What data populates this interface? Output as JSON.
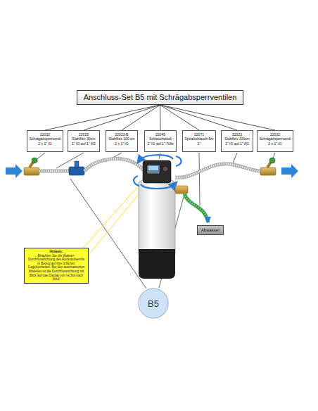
{
  "diagram": {
    "nodes": [
      {
        "text": [
          "Anschluss-Set B5 mit Schrägabsperrventilen"
        ]
      },
      {
        "text": [
          "22032",
          "Schrägabsperrventil",
          "2 x 1\" IG"
        ]
      },
      {
        "text": [
          "22025",
          "Stahlflex 30cm",
          "1\" IG auf 1\" AG"
        ]
      },
      {
        "text": [
          "22023-B",
          "Stahlflex 100 cm",
          "2 x 1\" IG"
        ]
      },
      {
        "text": [
          "22045",
          "Schlauchstück",
          "1\" IG auf 1\" Tülle"
        ]
      },
      {
        "text": [
          "22071",
          "Spiralschlauch 5m",
          "1\""
        ]
      },
      {
        "text": [
          "22023",
          "Stahlflex 100cm",
          "1\" IG auf 1\" AG"
        ]
      },
      {
        "text": [
          "22032",
          "Schrägabsperrventil",
          "2 x 1\" IG"
        ]
      },
      {
        "text": [
          "Abwasser"
        ]
      },
      {
        "text": [
          "Hinweis:",
          "Beachten Sie die Wasser- Durchflussrichtung des Rückspülventils in Bezug auf Ihre örtlichen Gegebenheiten. Bei den automatischen Modellen ist die Durchflussrichtung mit Blick auf das Display von rechts nach links!"
        ]
      },
      {
        "text": [
          "B5"
        ]
      }
    ],
    "edges": [
      {
        "from": 0,
        "to": 1,
        "arrow": "none"
      },
      {
        "from": 0,
        "to": 2,
        "arrow": "none"
      },
      {
        "from": 0,
        "to": 3,
        "arrow": "none"
      },
      {
        "from": 0,
        "to": 4,
        "arrow": "none"
      },
      {
        "from": 0,
        "to": 5,
        "arrow": "none"
      },
      {
        "from": 0,
        "to": 6,
        "arrow": "none"
      },
      {
        "from": 0,
        "to": 7,
        "arrow": "none"
      }
    ]
  }
}
